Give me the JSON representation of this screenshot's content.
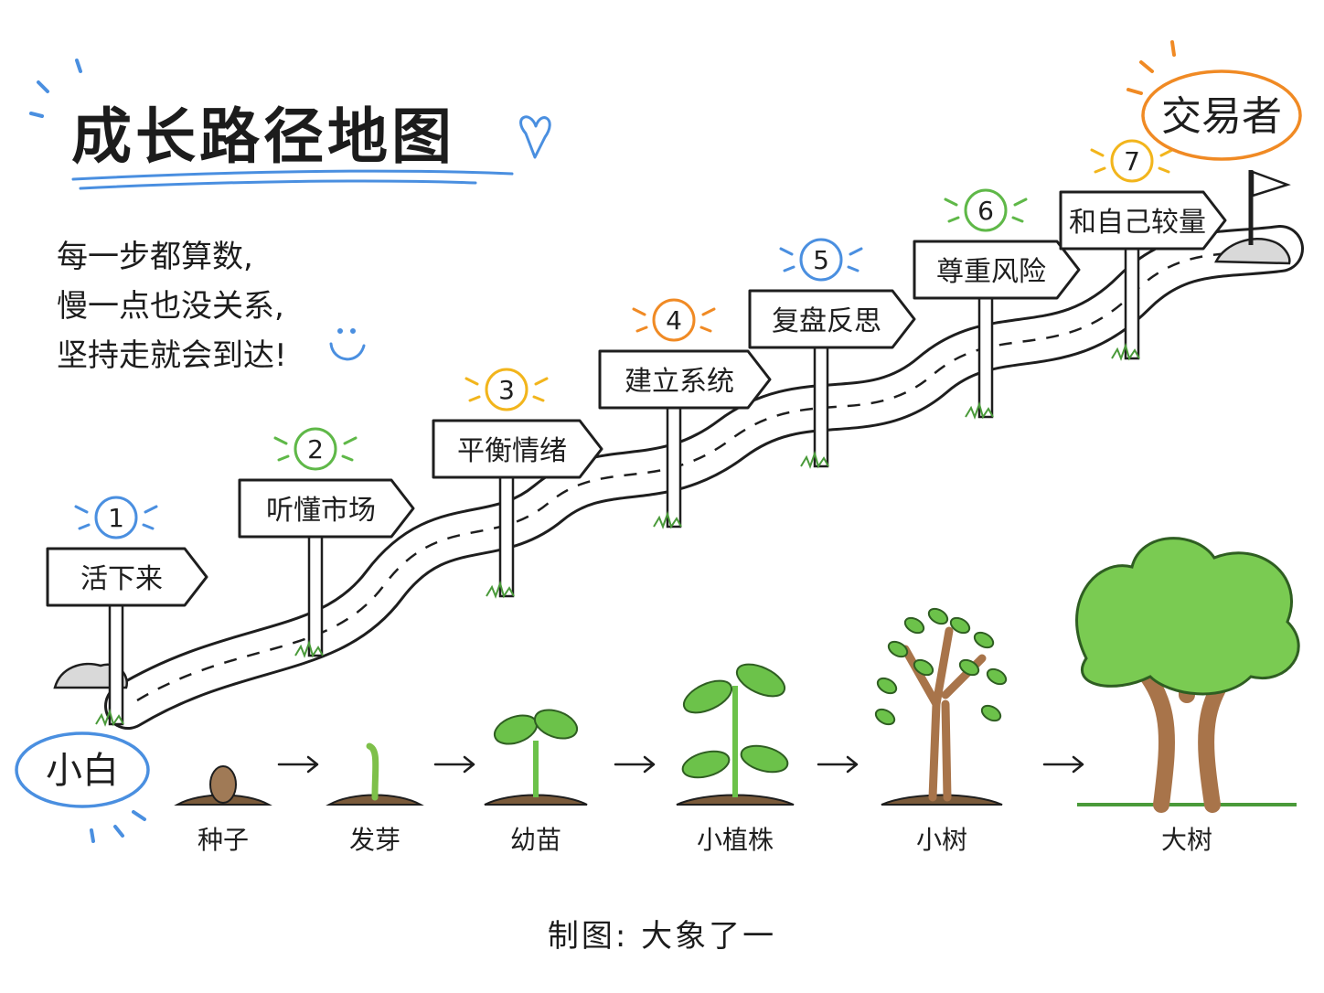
{
  "title": "成长路径地图",
  "motto": [
    "每一步都算数,",
    "慢一点也没关系,",
    "坚持走就会到达!"
  ],
  "start_label": "小白",
  "end_label": "交易者",
  "steps": [
    {
      "number": "1",
      "label": "活下来",
      "color": "#4a8fe0"
    },
    {
      "number": "2",
      "label": "听懂市场",
      "color": "#5fb848"
    },
    {
      "number": "3",
      "label": "平衡情绪",
      "color": "#f2b51c"
    },
    {
      "number": "4",
      "label": "建立系统",
      "color": "#f08a24"
    },
    {
      "number": "5",
      "label": "复盘反思",
      "color": "#4a8fe0"
    },
    {
      "number": "6",
      "label": "尊重风险",
      "color": "#5fb848"
    },
    {
      "number": "7",
      "label": "和自己较量",
      "color": "#f2b51c"
    }
  ],
  "stages": [
    "种子",
    "发芽",
    "幼苗",
    "小植株",
    "小树",
    "大树"
  ],
  "credit": "制图: 大象了一",
  "colors": {
    "accent_blue": "#4a8fe0",
    "accent_orange": "#f08a24",
    "leaf_green": "#6cc24a",
    "trunk_brown": "#a8744a"
  }
}
